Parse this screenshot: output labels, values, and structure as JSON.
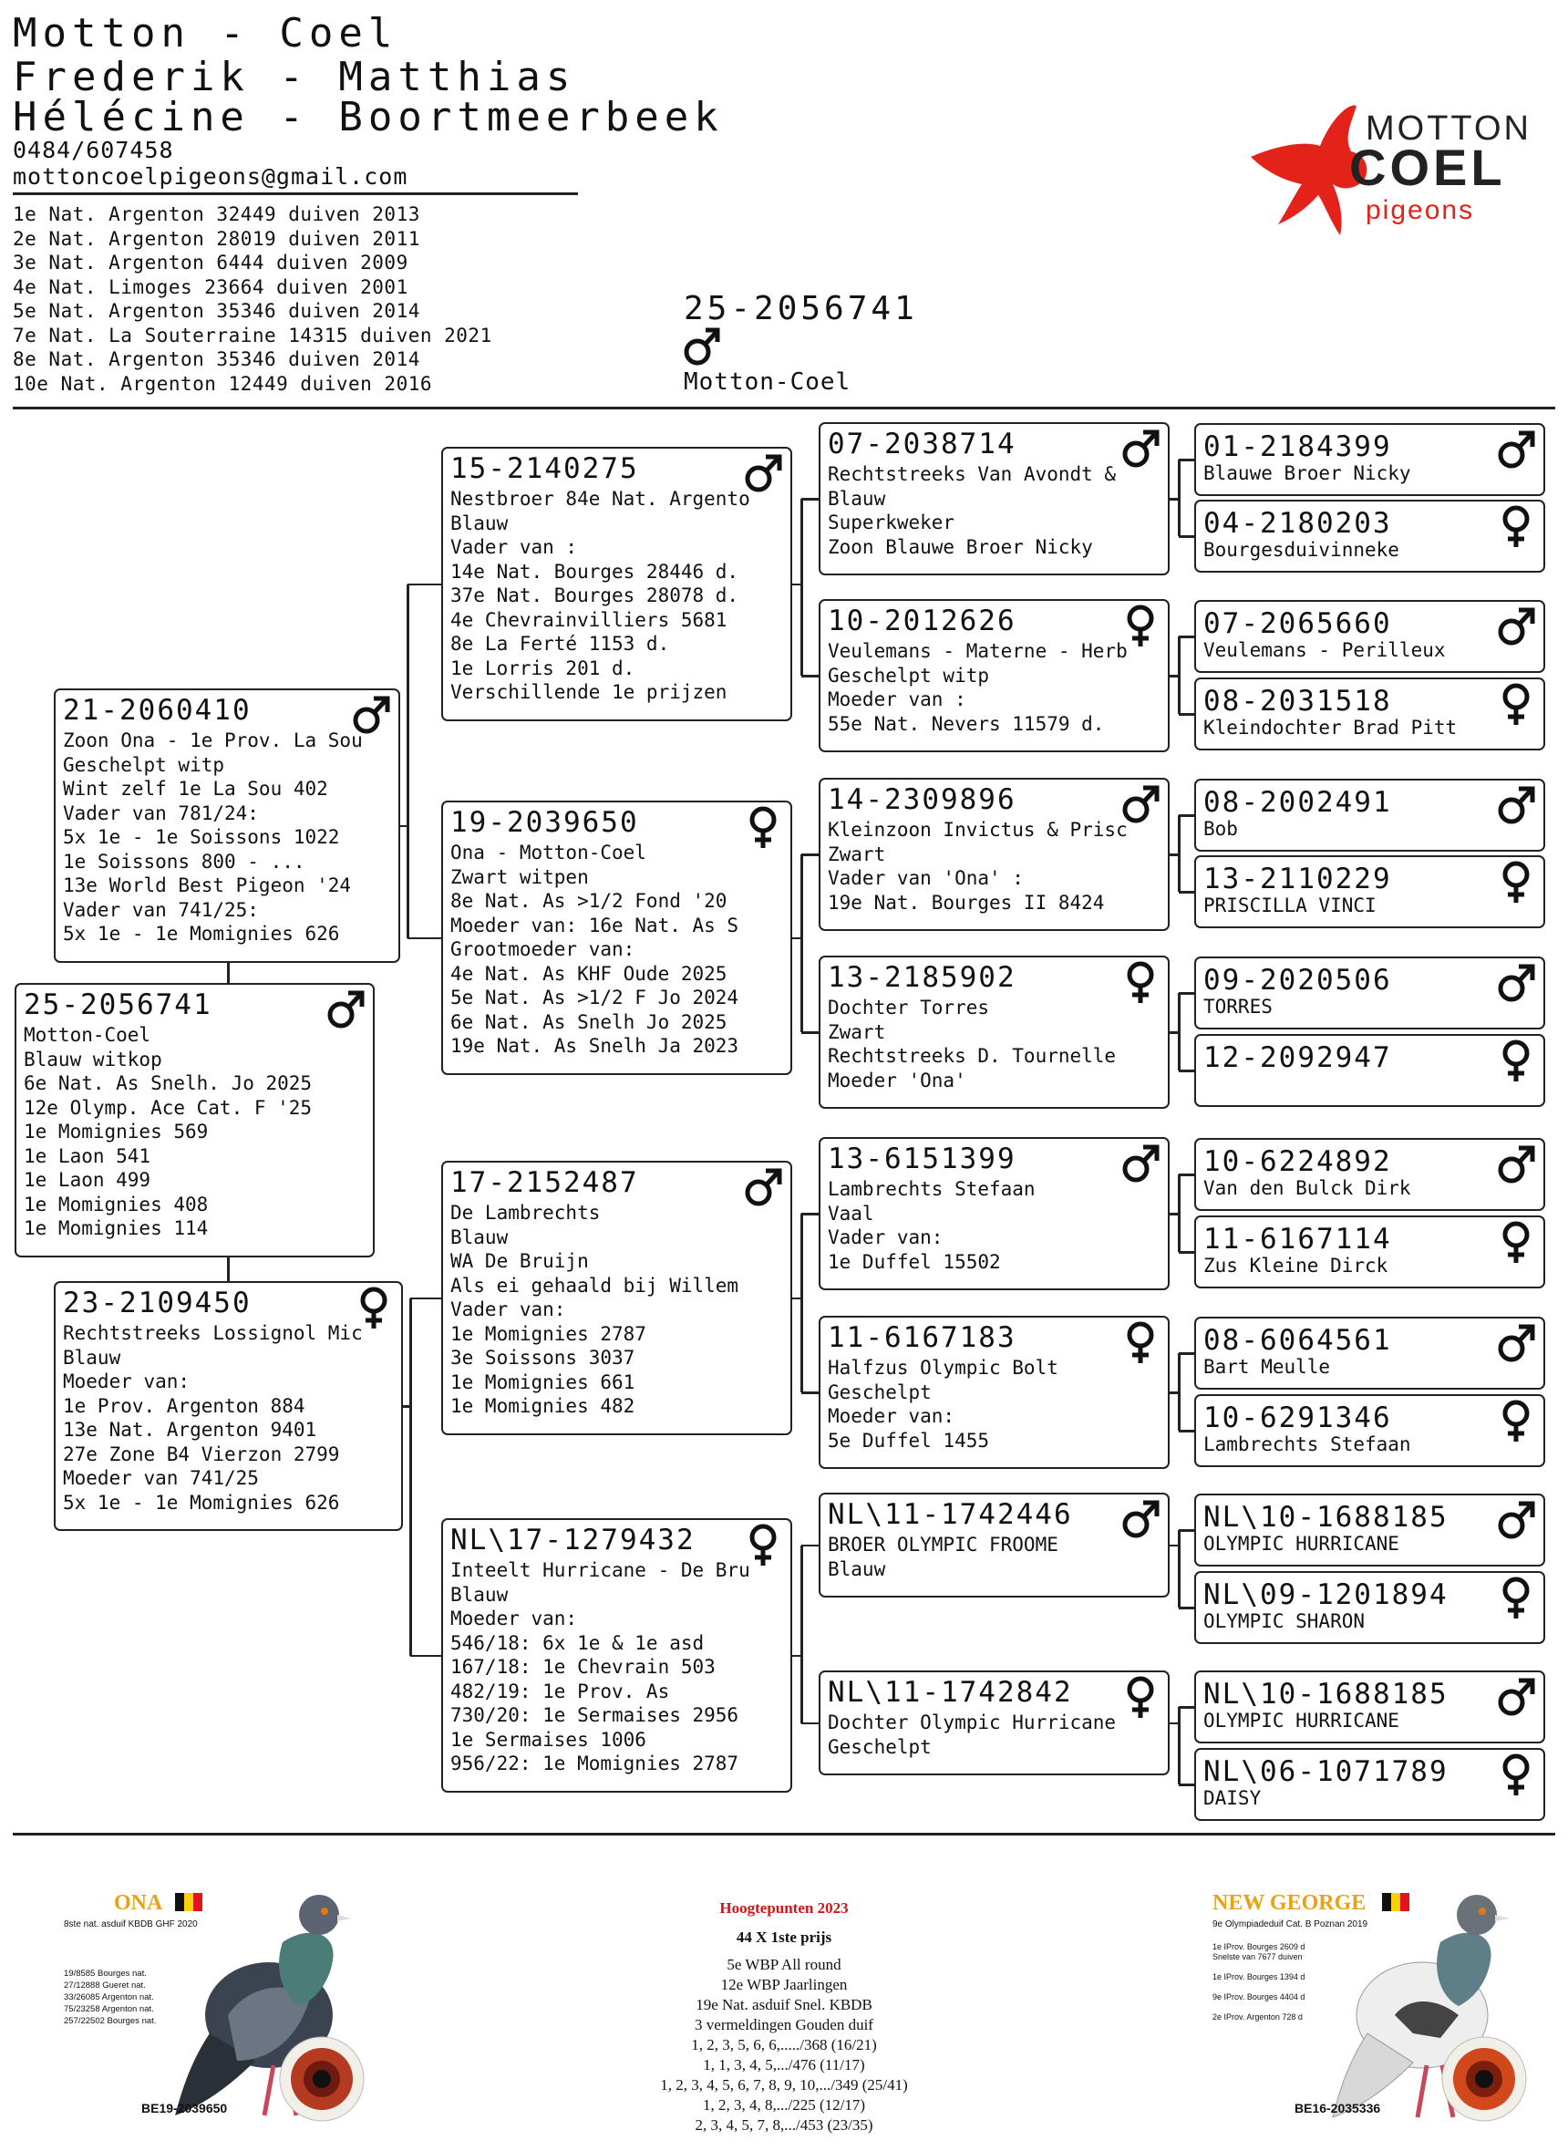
{
  "header": {
    "name_line1": "Motton - Coel",
    "name_line2": "Frederik - Matthias",
    "name_line3": "Hélécine - Boortmeerbeek",
    "phone": "0484/607458",
    "email": "mottoncoelpigeons@gmail.com",
    "results": [
      "1e Nat. Argenton 32449 duiven 2013",
      "2e Nat. Argenton 28019 duiven 2011",
      "3e Nat. Argenton 6444 duiven 2009",
      "4e Nat. Limoges 23664 duiven 2001",
      "5e Nat. Argenton 35346 duiven 2014",
      "7e Nat. La Souterraine 14315 duiven 2021",
      "8e Nat. Argenton 35346 duiven 2014",
      "10e Nat. Argenton 12449 duiven 2016"
    ],
    "subject_ring": "25-2056741",
    "subject_sex_icon": "male-icon",
    "subject_owner": "Motton-Coel"
  },
  "logo": {
    "line1": "MOTTON",
    "line2": "COEL",
    "line3": "pigeons",
    "brand_color": "#e32219"
  },
  "pedigree": {
    "subject": {
      "ring": "25-2056741",
      "sex": "male",
      "info": "Motton-Coel\nBlauw witkop\n6e Nat. As Snelh. Jo 2025\n12e Olymp. Ace Cat. F '25\n1e Momignies 569\n1e Laon 541\n1e Laon 499\n1e Momignies 408\n1e Momignies 114"
    },
    "sire": {
      "ring": "21-2060410",
      "sex": "male",
      "info": "Zoon Ona - 1e Prov. La Sou\nGeschelpt witp\nWint zelf 1e La Sou 402\nVader van 781/24:\n5x 1e - 1e Soissons 1022\n1e Soissons 800 - ...\n13e World Best Pigeon '24\nVader van 741/25:\n5x 1e - 1e Momignies 626"
    },
    "dam": {
      "ring": "23-2109450",
      "sex": "female",
      "info": "Rechtstreeks Lossignol Mic\nBlauw\nMoeder van:\n1e Prov. Argenton 884\n13e Nat. Argenton 9401\n27e Zone B4 Vierzon 2799\nMoeder van 741/25\n5x 1e - 1e Momignies 626"
    },
    "ss": {
      "ring": "15-2140275",
      "sex": "male",
      "info": "Nestbroer 84e Nat. Argento\nBlauw\nVader van :\n14e Nat. Bourges 28446 d.\n37e Nat. Bourges 28078 d.\n4e Chevrainvilliers 5681\n8e La Ferté 1153 d.\n1e Lorris 201 d.\nVerschillende 1e prijzen"
    },
    "sd": {
      "ring": "19-2039650",
      "sex": "female",
      "info": "Ona - Motton-Coel\nZwart witpen\n8e Nat. As >1/2 Fond '20\nMoeder van: 16e Nat. As S\nGrootmoeder van:\n4e Nat. As KHF Oude 2025\n5e Nat. As >1/2 F Jo 2024\n6e Nat. As Snelh Jo 2025\n19e Nat. As Snelh Ja 2023"
    },
    "ds": {
      "ring": "17-2152487",
      "sex": "male",
      "info": "De Lambrechts\nBlauw\nWA De Bruijn\nAls ei gehaald bij Willem\nVader van:\n1e Momignies 2787\n3e Soissons 3037\n1e Momignies 661\n1e Momignies 482"
    },
    "dd": {
      "ring": "NL\\17-1279432",
      "sex": "female",
      "info": "Inteelt Hurricane - De Bru\nBlauw\nMoeder van:\n546/18: 6x 1e & 1e asd\n167/18: 1e Chevrain 503\n482/19: 1e Prov. As\n730/20: 1e Sermaises 2956\n1e Sermaises 1006\n956/22: 1e Momignies 2787"
    },
    "sss": {
      "ring": "07-2038714",
      "sex": "male",
      "info": "Rechtstreeks Van Avondt &\nBlauw\nSuperkweker\nZoon Blauwe Broer Nicky"
    },
    "ssd": {
      "ring": "10-2012626",
      "sex": "female",
      "info": "Veulemans - Materne - Herb\nGeschelpt witp\nMoeder van :\n55e Nat. Nevers 11579 d."
    },
    "sds": {
      "ring": "14-2309896",
      "sex": "male",
      "info": "Kleinzoon Invictus & Prisc\nZwart\nVader van 'Ona' :\n19e Nat. Bourges II 8424"
    },
    "sdd": {
      "ring": "13-2185902",
      "sex": "female",
      "info": "Dochter Torres\nZwart\nRechtstreeks D. Tournelle\nMoeder 'Ona'"
    },
    "dss": {
      "ring": "13-6151399",
      "sex": "male",
      "info": "Lambrechts Stefaan\nVaal\nVader van:\n1e Duffel 15502"
    },
    "dsd": {
      "ring": "11-6167183",
      "sex": "female",
      "info": "Halfzus Olympic Bolt\nGeschelpt\nMoeder van:\n5e Duffel 1455"
    },
    "dds": {
      "ring": "NL\\11-1742446",
      "sex": "male",
      "info": "BROER OLYMPIC FROOME\nBlauw"
    },
    "ddd": {
      "ring": "NL\\11-1742842",
      "sex": "female",
      "info": "Dochter Olympic Hurricane\nGeschelpt"
    },
    "g1": {
      "ring": "01-2184399",
      "sex": "male",
      "info": "Blauwe Broer Nicky"
    },
    "g2": {
      "ring": "04-2180203",
      "sex": "female",
      "info": "Bourgesduivinneke"
    },
    "g3": {
      "ring": "07-2065660",
      "sex": "male",
      "info": "Veulemans - Perilleux"
    },
    "g4": {
      "ring": "08-2031518",
      "sex": "female",
      "info": "Kleindochter Brad Pitt"
    },
    "g5": {
      "ring": "08-2002491",
      "sex": "male",
      "info": "Bob"
    },
    "g6": {
      "ring": "13-2110229",
      "sex": "female",
      "info": "PRISCILLA VINCI"
    },
    "g7": {
      "ring": "09-2020506",
      "sex": "male",
      "info": "TORRES"
    },
    "g8": {
      "ring": "12-2092947",
      "sex": "female",
      "info": ""
    },
    "g9": {
      "ring": "10-6224892",
      "sex": "male",
      "info": "Van den Bulck Dirk"
    },
    "g10": {
      "ring": "11-6167114",
      "sex": "female",
      "info": "Zus Kleine Dirck"
    },
    "g11": {
      "ring": "08-6064561",
      "sex": "male",
      "info": "Bart Meulle"
    },
    "g12": {
      "ring": "10-6291346",
      "sex": "female",
      "info": "Lambrechts Stefaan"
    },
    "g13": {
      "ring": "NL\\10-1688185",
      "sex": "male",
      "info": "OLYMPIC HURRICANE"
    },
    "g14": {
      "ring": "NL\\09-1201894",
      "sex": "female",
      "info": "OLYMPIC SHARON"
    },
    "g15": {
      "ring": "NL\\10-1688185",
      "sex": "male",
      "info": "OLYMPIC HURRICANE"
    },
    "g16": {
      "ring": "NL\\06-1071789",
      "sex": "female",
      "info": "DAISY"
    }
  },
  "footer": {
    "left_pigeon": {
      "name": "ONA",
      "subtitle": "8ste nat. asduif KBDB GHF 2020",
      "results": "19/8585 Bourges nat.\n27/12888 Gueret nat.\n33/26085 Argenton nat.\n75/23258 Argenton nat.\n257/22502 Bourges nat.",
      "ring": "BE19-2039650",
      "flag": "belgium-flag-icon"
    },
    "highlights": {
      "title": "Hoogtepunten 2023",
      "subtitle": "44 X 1ste prijs",
      "lines": [
        "5e WBP All round",
        "12e WBP Jaarlingen",
        "19e Nat. asduif Snel. KBDB",
        "3 vermeldingen Gouden duif",
        "1, 2, 3, 5, 6, 6,...../368 (16/21)",
        "1, 1, 3, 4, 5,.../476 (11/17)",
        "1, 2, 3, 4, 5, 6, 7, 8, 9, 10,.../349 (25/41)",
        "1, 2, 3, 4, 8,.../225 (12/17)",
        "2, 3, 4, 5, 7, 8,.../453 (23/35)"
      ]
    },
    "right_pigeon": {
      "name": "NEW GEORGE",
      "subtitle": "9e Olympiadeduif Cat. B Poznan 2019",
      "results": "1e IProv. Bourges 2609 d\nSnelste van 7677 duiven\n\n1e IProv. Bourges 1394 d\n\n9e IProv. Bourges 4404 d\n\n2e IProv. Argenton 728 d",
      "ring": "BE16-2035336",
      "flag": "belgium-flag-icon"
    }
  }
}
